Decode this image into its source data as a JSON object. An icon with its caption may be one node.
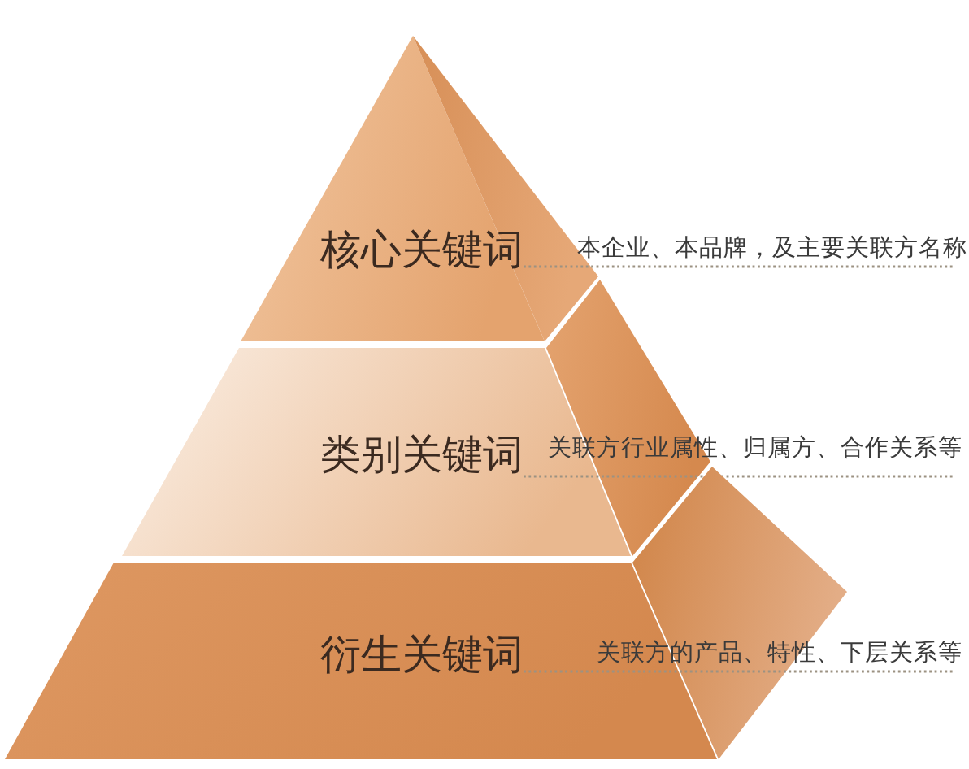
{
  "diagram": {
    "nodes": [
      {
        "text": [
          "核心关键词"
        ],
        "beside": [
          "本企业、本品牌，及主要关联方名称"
        ]
      },
      {
        "text": [
          "类别关键词"
        ],
        "beside": [
          "关联方行业属性、归属方、合作关系等"
        ]
      },
      {
        "text": [
          "衍生关键词"
        ],
        "beside": [
          "关联方的产品、特性、下层关系等"
        ]
      }
    ]
  }
}
